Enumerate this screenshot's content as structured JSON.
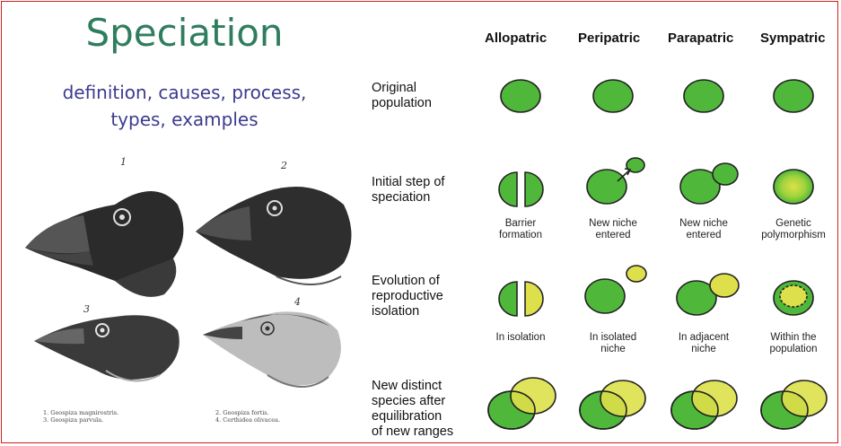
{
  "title": "Speciation",
  "subtitle_line1": "definition, causes, process,",
  "subtitle_line2": "types, examples",
  "finch_numbers": [
    "1",
    "2",
    "3",
    "4"
  ],
  "finch_captions": {
    "left": "1. Geospiza magnirostris.\n3. Geospiza parvula.",
    "right": "2. Geospiza fortis.\n4. Certhidea olivacea."
  },
  "columns": [
    "Allopatric",
    "Peripatric",
    "Parapatric",
    "Sympatric"
  ],
  "rows": [
    {
      "label": "Original\npopulation"
    },
    {
      "label": "Initial step of\nspeciation"
    },
    {
      "label": "Evolution of\nreproductive\nisolation"
    },
    {
      "label": "New distinct\nspecies after\nequilibration\nof new ranges"
    }
  ],
  "step_labels": [
    "Barrier\nformation",
    "New niche\nentered",
    "New niche\nentered",
    "Genetic\npolymorphism"
  ],
  "isolation_labels": [
    "In isolation",
    "In isolated\nniche",
    "In adjacent\nniche",
    "Within the\npopulation"
  ],
  "colors": {
    "green": "#4fb83a",
    "yellow": "#dde04a",
    "title": "#2f7d5e",
    "subtitle": "#3d3b8e",
    "border": "#d21f1f"
  }
}
